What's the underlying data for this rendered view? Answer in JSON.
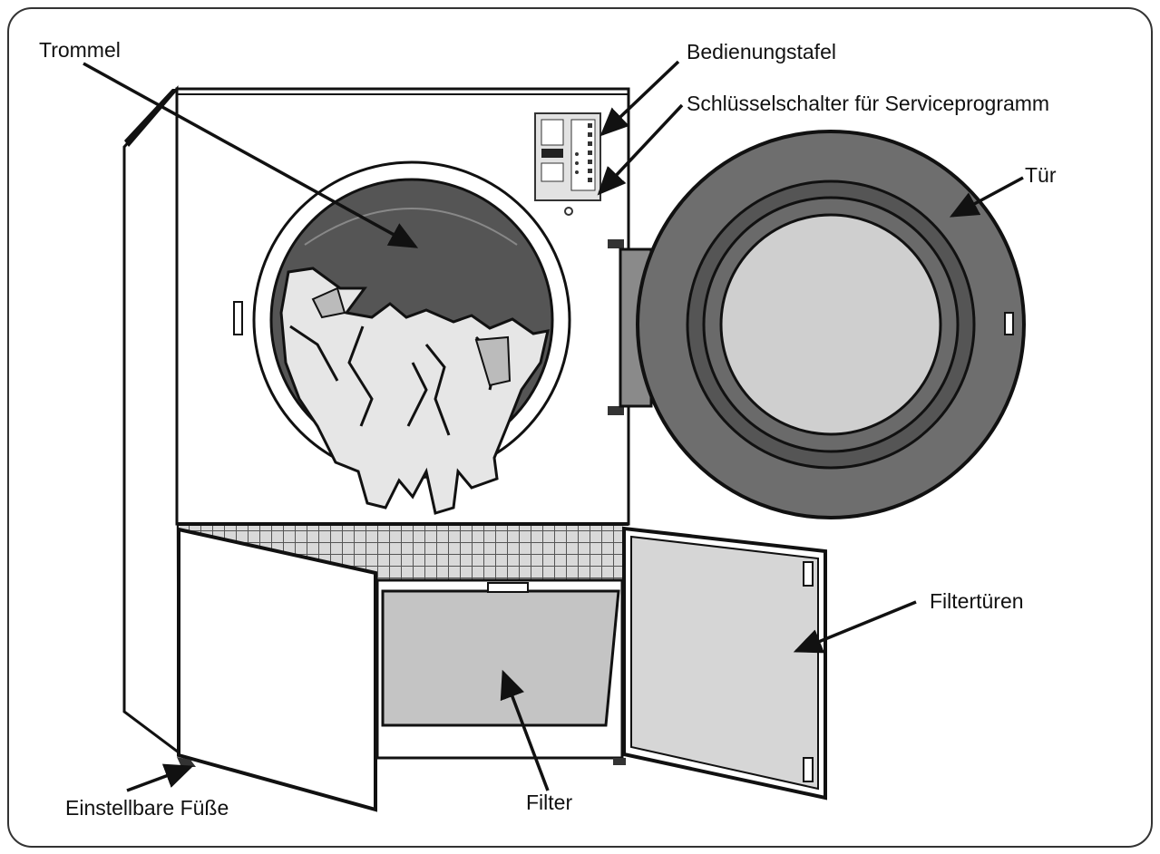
{
  "labels": {
    "drum": "Trommel",
    "control_panel": "Bedienungstafel",
    "key_switch": "Schlüsselschalter für Serviceprogramm",
    "door": "Tür",
    "filter_doors": "Filtertüren",
    "filter": "Filter",
    "feet": "Einstellbare Füße"
  },
  "colors": {
    "outline": "#111111",
    "drum_dark": "#555555",
    "door_ring": "#6e6e6e",
    "glass": "#cfcfcf",
    "filter_panel": "#c4c4c4",
    "filter_door": "#d6d6d6",
    "laundry": "#e6e6e6"
  }
}
